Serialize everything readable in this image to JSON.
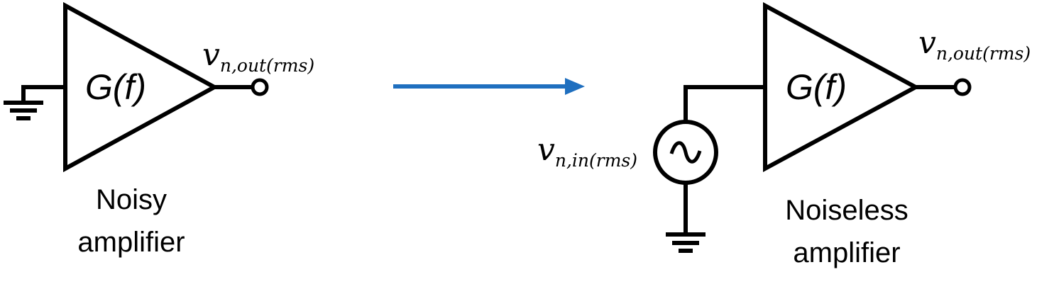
{
  "left_amplifier": {
    "gain_label": "G(f)",
    "output_symbol": "v",
    "output_subscript": "n,out(rms)",
    "caption_line1": "Noisy",
    "caption_line2": "amplifier"
  },
  "right_amplifier": {
    "gain_label": "G(f)",
    "output_symbol": "v",
    "output_subscript": "n,out(rms)",
    "caption_line1": "Noiseless",
    "caption_line2": "amplifier"
  },
  "input_source": {
    "symbol": "v",
    "subscript": "n,in(rms)"
  },
  "colors": {
    "arrow": "#1F6FBF",
    "lines": "#000000"
  }
}
